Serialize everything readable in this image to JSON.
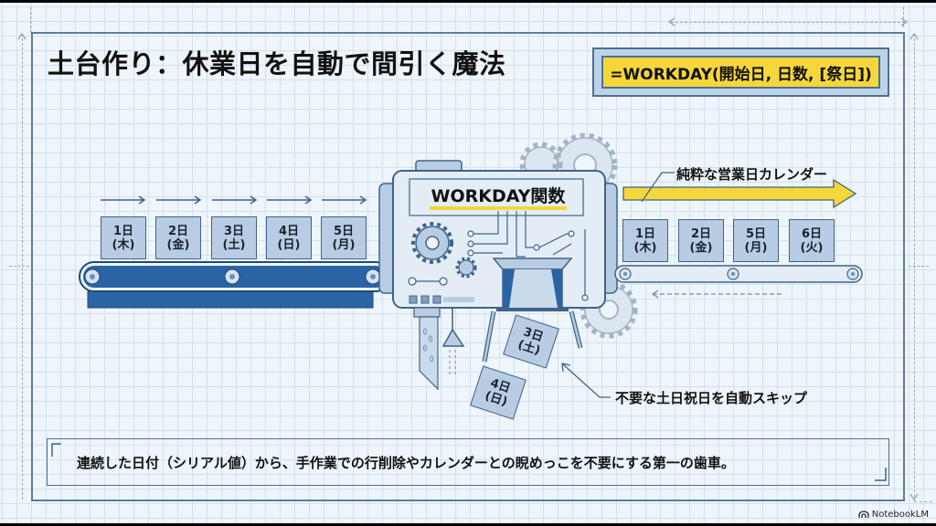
{
  "slide": {
    "title": "土台作り：休業日を自動で間引く魔法",
    "formula": "=WORKDAY(開始日, 日数, [祭日])",
    "machine_label": "WORKDAY関数",
    "input_days": [
      {
        "day": "1日",
        "weekday": "(木)"
      },
      {
        "day": "2日",
        "weekday": "(金)"
      },
      {
        "day": "3日",
        "weekday": "(土)"
      },
      {
        "day": "4日",
        "weekday": "(日)"
      },
      {
        "day": "5日",
        "weekday": "(月)"
      }
    ],
    "output_label": "純粋な営業日カレンダー",
    "output_days": [
      {
        "day": "1日",
        "weekday": "(木)"
      },
      {
        "day": "2日",
        "weekday": "(金)"
      },
      {
        "day": "5日",
        "weekday": "(月)"
      },
      {
        "day": "6日",
        "weekday": "(火)"
      }
    ],
    "skipped_days": [
      {
        "day": "3日",
        "weekday": "(土)"
      },
      {
        "day": "4日",
        "weekday": "(日)"
      }
    ],
    "skip_label": "不要な土日祝日を自動スキップ",
    "caption": "連続した日付（シリアル値）から、手作業での行削除やカレンダーとの睨めっこを不要にする第一の歯車。"
  },
  "brand": {
    "name": "NotebookLM",
    "icon": "notebooklm-logo-icon"
  },
  "colors": {
    "background": "#eef5fb",
    "grid": "#d3e1ee",
    "accent_yellow": "#f5d63b",
    "belt_blue": "#2a64a4",
    "box_blue": "#b8cde3",
    "outline": "#3f6388"
  }
}
